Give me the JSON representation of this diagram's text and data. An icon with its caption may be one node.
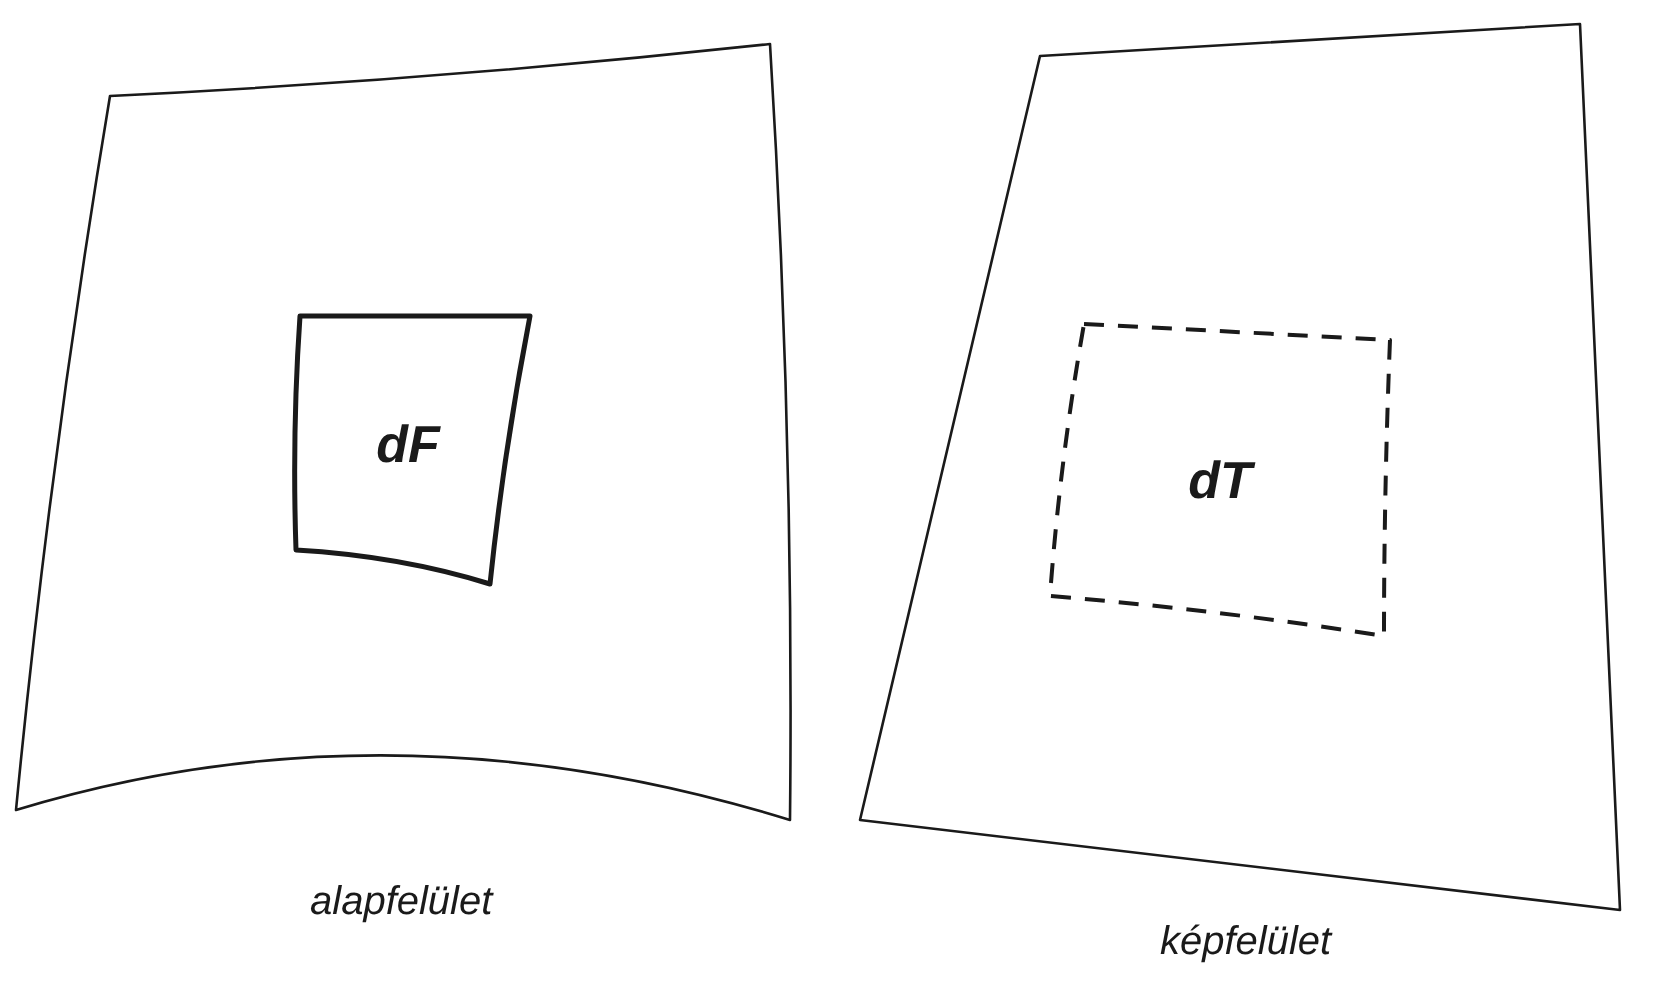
{
  "diagram": {
    "nodes": [
      {
        "text": [],
        "shape": "box",
        "beside": [
          "alapfelület"
        ]
      },
      {
        "text": [
          "dF"
        ],
        "in": 0
      },
      {
        "text": [],
        "shape": "box",
        "beside": [
          "képfelület"
        ]
      },
      {
        "text": [
          "dT"
        ],
        "in": 2
      }
    ]
  }
}
